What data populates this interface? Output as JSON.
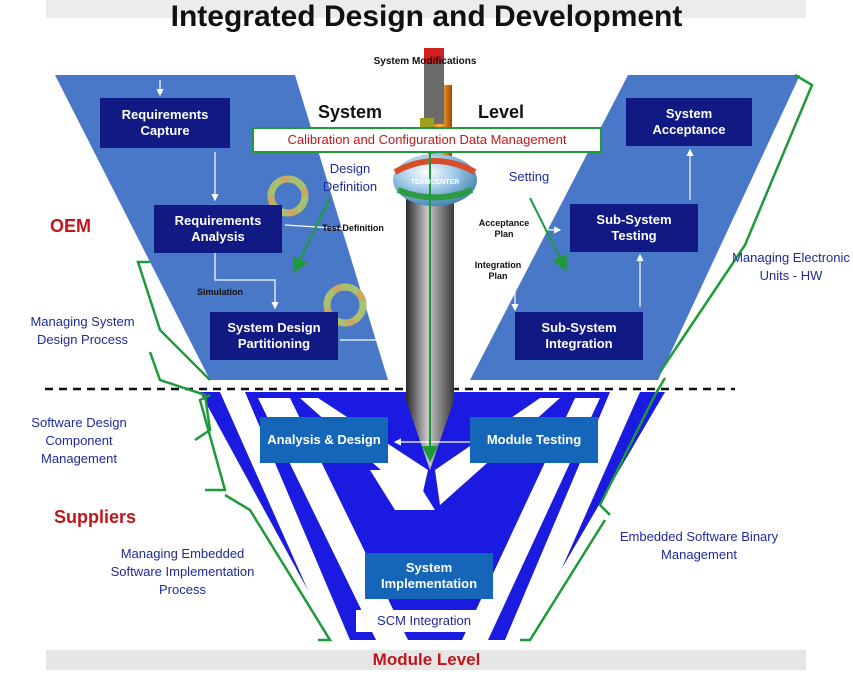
{
  "title": "Integrated Design and Development",
  "top": {
    "system_modifications": "System Modifications",
    "system_word": "System",
    "level_word": "Level",
    "calibration_banner": "Calibration and Configuration Data Management"
  },
  "oem_label": "OEM",
  "suppliers_label": "Suppliers",
  "module_level": "Module Level",
  "boxes": {
    "requirements_capture": "Requirements Capture",
    "requirements_analysis": "Requirements Analysis",
    "system_design_partitioning": "System Design Partitioning",
    "system_acceptance": "System Acceptance",
    "subsystem_testing": "Sub-System Testing",
    "subsystem_integration": "Sub-System Integration",
    "analysis_design": "Analysis & Design",
    "module_testing": "Module Testing",
    "system_implementation": "System Implementation",
    "scm_integration": "SCM Integration"
  },
  "small_labels": {
    "test_definition": "Test Definition",
    "simulation": "Simulation",
    "acceptance_plan": "Acceptance Plan",
    "integration_plan": "Integration Plan",
    "logo_text": "TEAMCENTER"
  },
  "annotations": {
    "design_definition": "Design Definition",
    "setting": "Setting",
    "managing_system_design": "Managing System Design Process",
    "managing_electronic_units": "Managing Electronic Units - HW",
    "software_design_component": "Software Design Component Management",
    "managing_embedded_impl": "Managing Embedded Software Implementation Process",
    "embedded_binary": "Embedded Software Binary Management"
  },
  "colors": {
    "light_blue": "#4a78c8",
    "bright_blue": "#1a1ae0",
    "navy_box": "#101a82",
    "teal_box": "#1565b8",
    "green": "#1e9a3a",
    "red": "#c0161d"
  }
}
